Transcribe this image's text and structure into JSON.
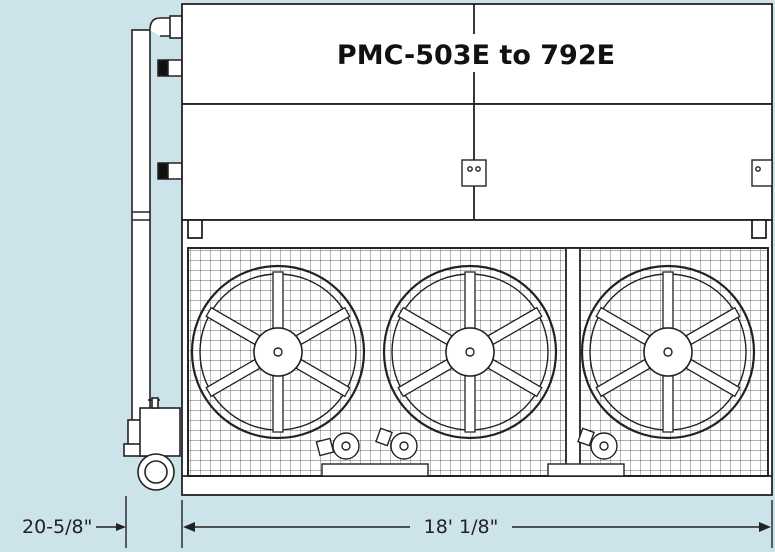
{
  "title": "PMC-503E to 792E",
  "dimensions": {
    "left_offset": "20-5/8\"",
    "overall_length": "18' 1/8\""
  },
  "fan_count": 3,
  "colors": {
    "background": "#cde3ea",
    "line": "#222222",
    "fill": "#ffffff"
  }
}
